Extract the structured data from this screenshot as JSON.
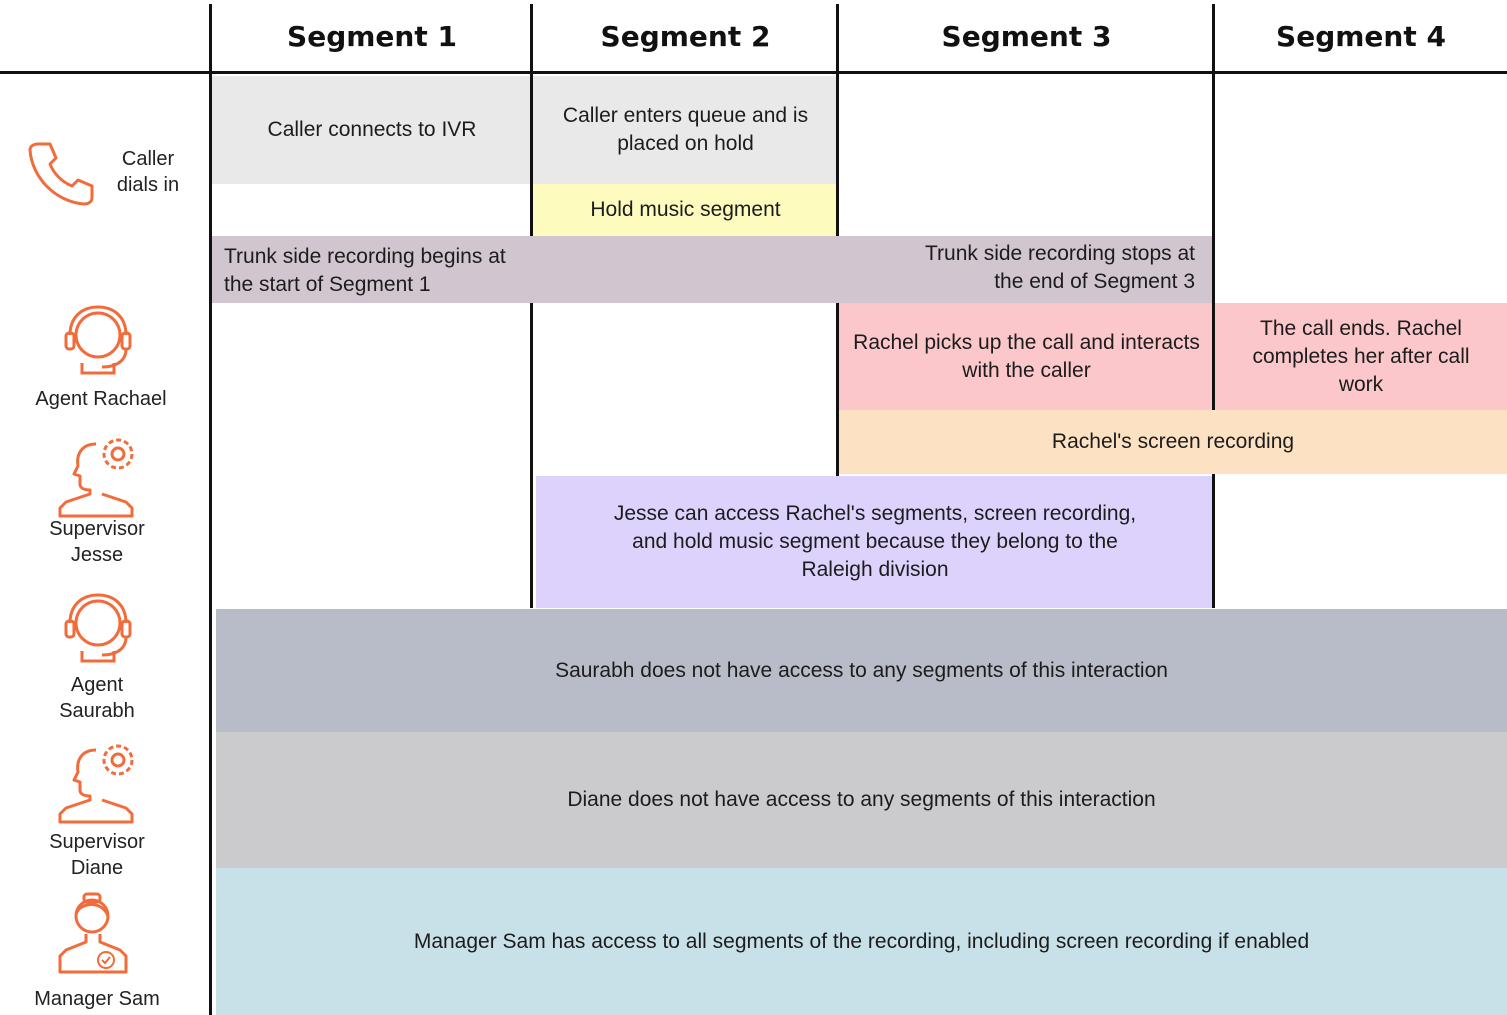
{
  "headers": [
    "Segment 1",
    "Segment 2",
    "Segment 3",
    "Segment 4"
  ],
  "rows": {
    "caller": {
      "label": "Caller\ndials in",
      "icon": "phone-icon"
    },
    "rachael": {
      "label": "Agent Rachael",
      "icon": "headset-agent-icon"
    },
    "jesse": {
      "label": "Supervisor\nJesse",
      "icon": "supervisor-gear-icon"
    },
    "saurabh": {
      "label": "Agent\nSaurabh",
      "icon": "headset-agent-icon"
    },
    "diane": {
      "label": "Supervisor\nDiane",
      "icon": "supervisor-gear-icon"
    },
    "sam": {
      "label": "Manager Sam",
      "icon": "manager-icon"
    }
  },
  "blocks": {
    "ivr": "Caller connects to IVR",
    "queue": "Caller enters queue and is placed on hold",
    "hold_music": "Hold music segment",
    "trunk_begin": "Trunk side recording begins at the start of Segment 1",
    "trunk_stop": "Trunk side recording stops at the end of Segment 3",
    "rachel_pickup": "Rachel picks up the call and interacts with the caller",
    "rachel_after": "The call ends. Rachel completes her after call work",
    "rachel_screen": "Rachel's screen recording",
    "jesse_access": "Jesse can access Rachel's segments, screen recording, and hold music segment because they belong to the Raleigh division",
    "saurabh_access": "Saurabh does not have access to any segments of this interaction",
    "diane_access": "Diane does not have access to any segments of this interaction",
    "sam_access": "Manager Sam has access to all segments of the recording, including screen recording if enabled"
  },
  "colors": {
    "accent_icon": "#f26b3a",
    "ivr": "#e9e9e9",
    "hold_music": "#fdfbbe",
    "trunk": "#d1c6cf",
    "rachel": "#fbc7ca",
    "screen": "#fde1c3",
    "jesse": "#dcd2fc",
    "saurabh": "#b7bcc8",
    "diane": "#cbcbcd",
    "sam": "#c8e1e8"
  }
}
